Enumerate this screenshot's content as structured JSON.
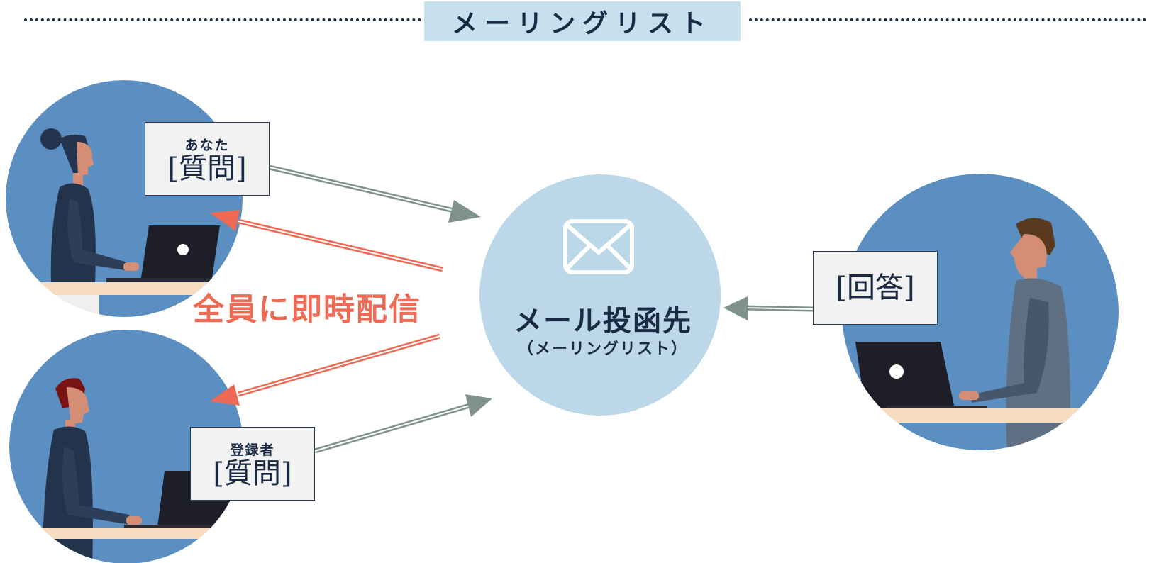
{
  "title": "メーリングリスト",
  "you_box": {
    "role": "あなた",
    "label": "[質問]"
  },
  "member_box": {
    "role": "登録者",
    "label": "[質問]"
  },
  "answer_box": {
    "label": "[回答]"
  },
  "broadcast_text": "全員に即時配信",
  "hub": {
    "title": "メール投函先",
    "subtitle": "（メーリングリスト）",
    "icon": "envelope-icon"
  },
  "colors": {
    "navy": "#1b2a44",
    "circle_blue": "#5b8fc2",
    "hub_blue": "#bcd8e8",
    "title_bg": "#c6e0ed",
    "arrow_gray": "#7f938c",
    "arrow_red": "#ef6a54",
    "desk": "#f7dcc0"
  }
}
